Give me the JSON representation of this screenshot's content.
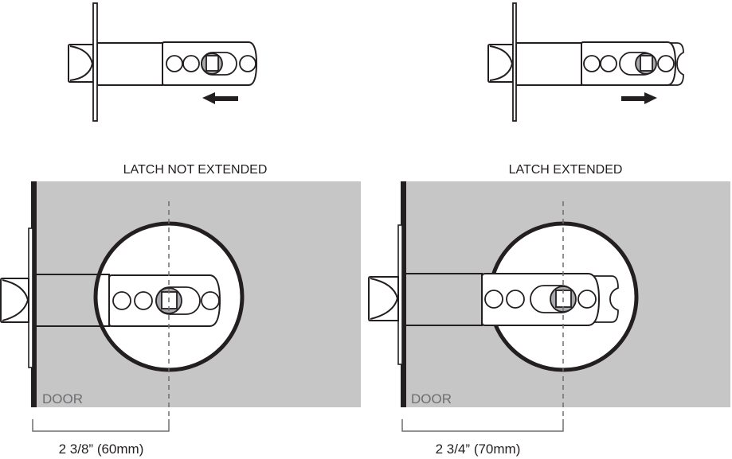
{
  "colors": {
    "door_fill": "#c6c6c6",
    "stroke": "#231f20",
    "door_label": "#6d6e70",
    "dim_line": "#6d6e70",
    "hub_fill": "#a7a9ac",
    "background": "#ffffff"
  },
  "top_left": {
    "state": "retracted",
    "arrow_direction": "left",
    "arrow_icon": "arrow-left-icon"
  },
  "top_right": {
    "state": "extended",
    "arrow_direction": "right",
    "arrow_icon": "arrow-right-icon"
  },
  "panels": [
    {
      "title": "LATCH NOT EXTENDED",
      "door_label": "DOOR",
      "backset": "2 3/8” (60mm)"
    },
    {
      "title": "LATCH EXTENDED",
      "door_label": "DOOR",
      "backset": "2 3/4” (70mm)"
    }
  ]
}
